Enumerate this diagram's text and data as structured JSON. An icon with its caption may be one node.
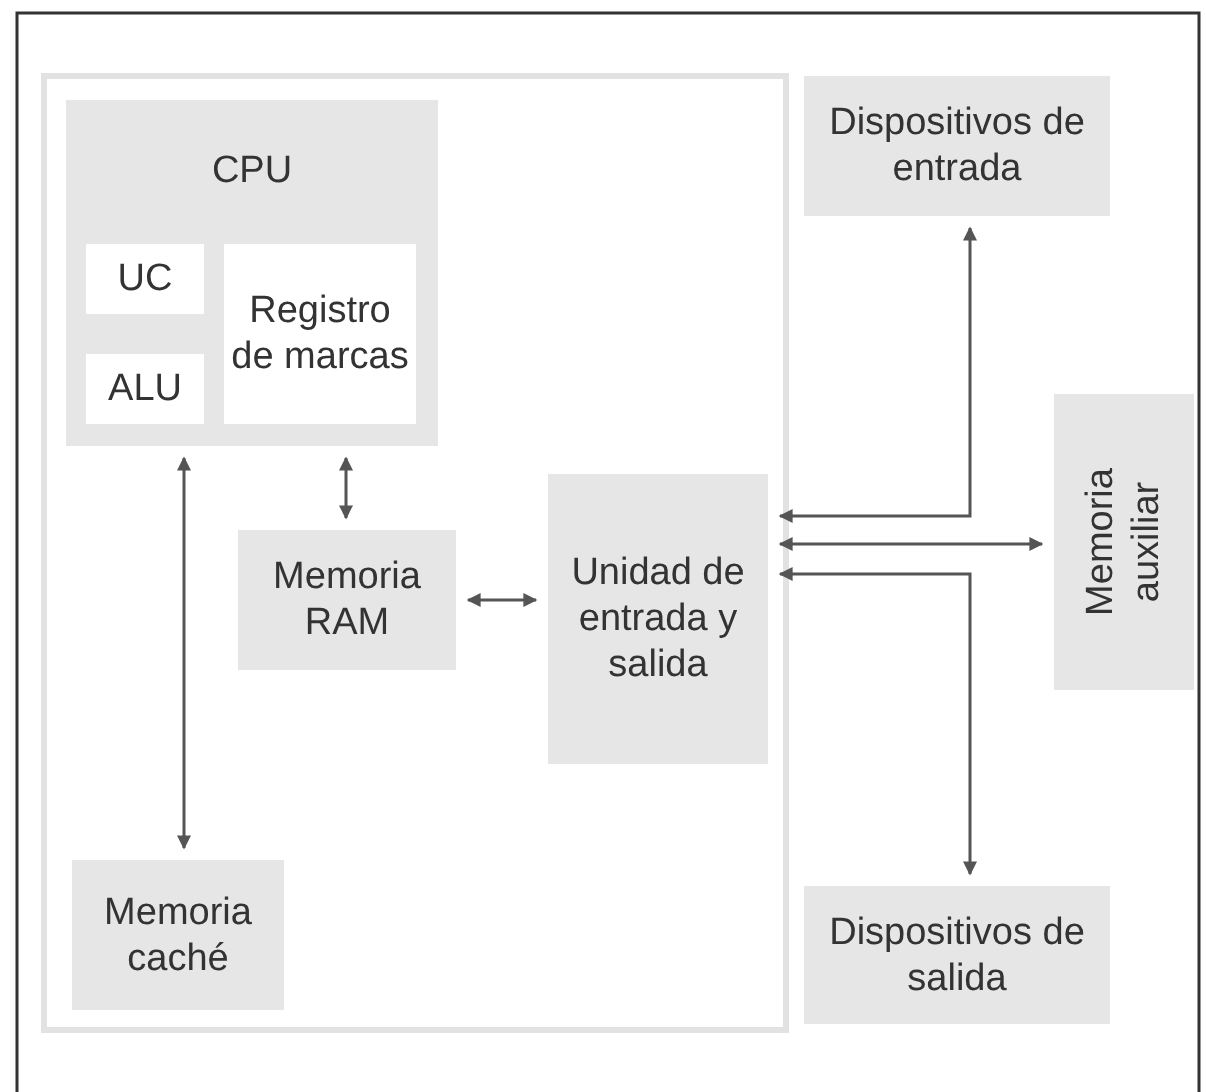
{
  "diagram": {
    "nodes": [
      {
        "text": [
          "CPU"
        ]
      },
      {
        "text": [
          "UC"
        ],
        "in": 0
      },
      {
        "text": [
          "Registro de marcas"
        ],
        "in": 0
      },
      {
        "text": [
          "ALU"
        ],
        "in": 0
      },
      {
        "text": [
          "Memoria RAM"
        ]
      },
      {
        "text": [
          "Unidad de entrada y salida"
        ]
      },
      {
        "text": [
          "Memoria caché"
        ]
      },
      {
        "text": [
          "Dispositivos de entrada"
        ]
      },
      {
        "text": [
          "Memoria auxiliar"
        ]
      },
      {
        "text": [
          "Dispositivos de salida"
        ]
      }
    ],
    "edges": [
      {
        "from": 0,
        "to": 6,
        "arrow": "both"
      },
      {
        "from": 0,
        "to": 4,
        "arrow": "both"
      },
      {
        "from": 4,
        "to": 5,
        "arrow": "both"
      },
      {
        "from": 5,
        "to": 7,
        "arrow": "both"
      },
      {
        "from": 5,
        "to": 8,
        "arrow": "both"
      },
      {
        "from": 5,
        "to": 9,
        "arrow": "both"
      }
    ]
  }
}
